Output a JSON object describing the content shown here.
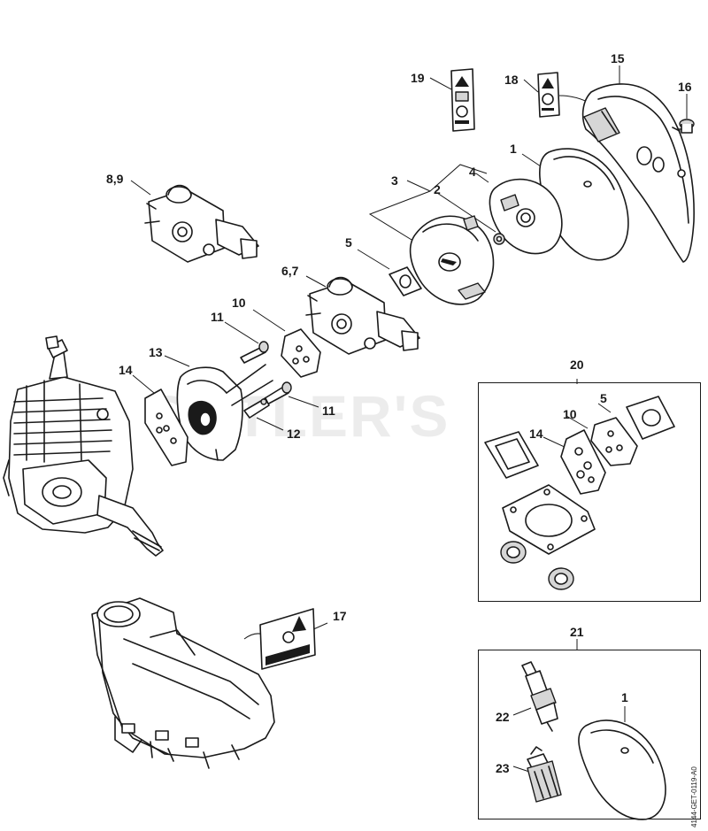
{
  "watermark": "CUTLER'S",
  "drawing_code": "4144-GET-0119-A0",
  "callouts": [
    {
      "id": "19",
      "text": "19"
    },
    {
      "id": "18",
      "text": "18"
    },
    {
      "id": "15",
      "text": "15"
    },
    {
      "id": "16",
      "text": "16"
    },
    {
      "id": "1a",
      "text": "1"
    },
    {
      "id": "8-9",
      "text": "8,9"
    },
    {
      "id": "3",
      "text": "3"
    },
    {
      "id": "4",
      "text": "4"
    },
    {
      "id": "2",
      "text": "2"
    },
    {
      "id": "5a",
      "text": "5"
    },
    {
      "id": "6-7",
      "text": "6,7"
    },
    {
      "id": "10a",
      "text": "10"
    },
    {
      "id": "11a",
      "text": "11"
    },
    {
      "id": "13",
      "text": "13"
    },
    {
      "id": "14a",
      "text": "14"
    },
    {
      "id": "11b",
      "text": "11"
    },
    {
      "id": "12",
      "text": "12"
    },
    {
      "id": "20",
      "text": "20"
    },
    {
      "id": "5b",
      "text": "5"
    },
    {
      "id": "10b",
      "text": "10"
    },
    {
      "id": "14b",
      "text": "14"
    },
    {
      "id": "17",
      "text": "17"
    },
    {
      "id": "21",
      "text": "21"
    },
    {
      "id": "22",
      "text": "22"
    },
    {
      "id": "1b",
      "text": "1"
    },
    {
      "id": "23",
      "text": "23"
    }
  ]
}
